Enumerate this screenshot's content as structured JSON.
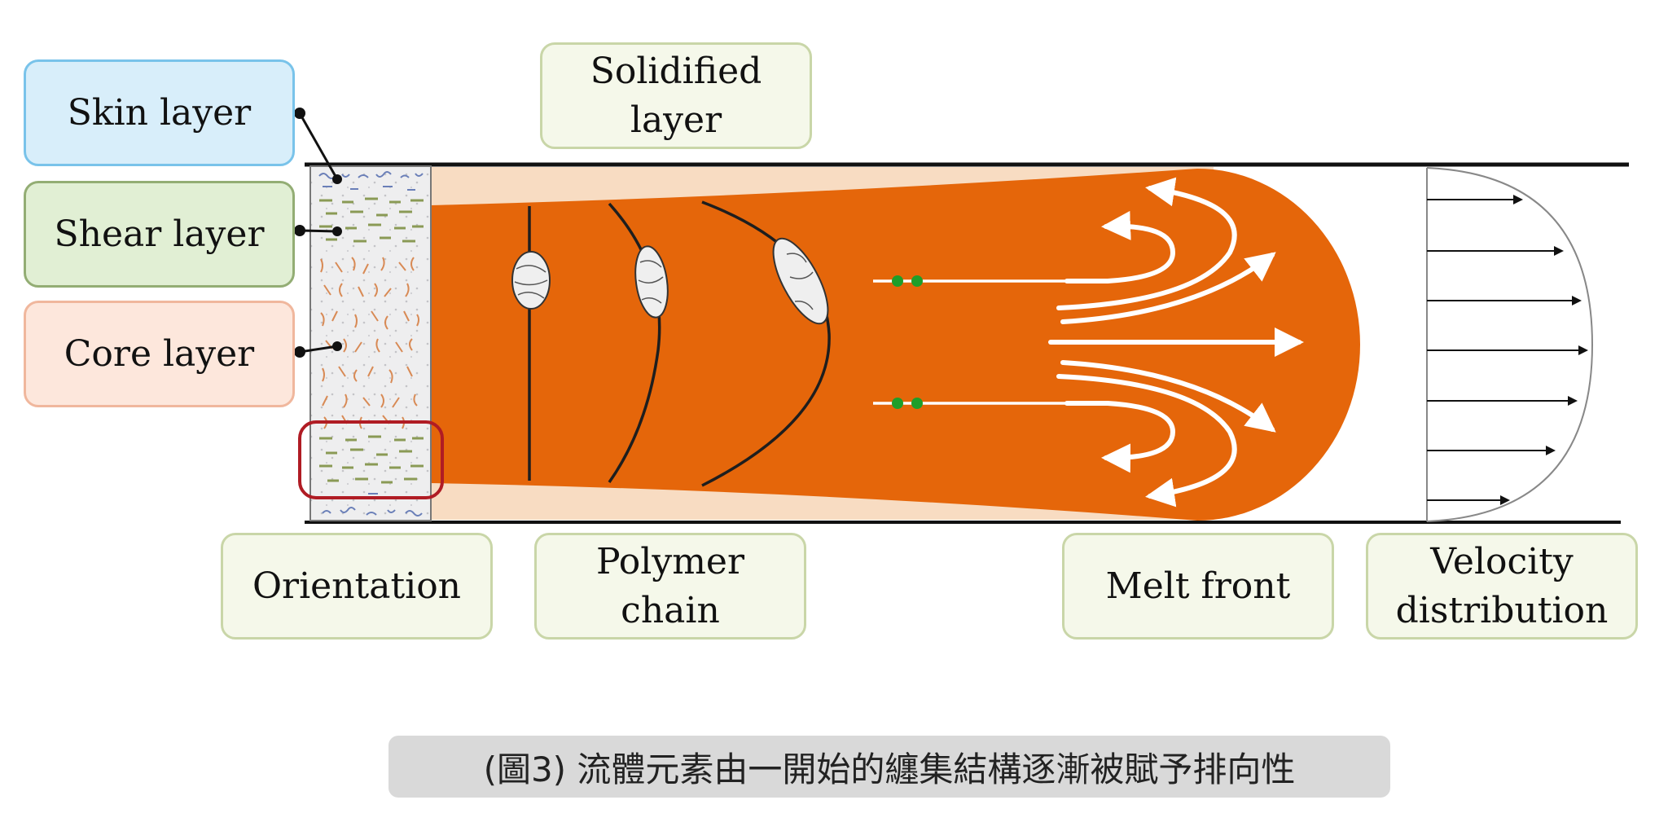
{
  "labels": {
    "skin": "Skin layer",
    "shear": "Shear layer",
    "core": "Core layer",
    "solidified": "Solidified\nlayer",
    "orientation": "Orientation",
    "polymer": "Polymer\nchain",
    "melt_front": "Melt front",
    "velocity": "Velocity\ndistribution"
  },
  "caption": "(圖3) 流體元素由一開始的纏集結構逐漸被賦予排向性",
  "colors": {
    "melt": "#e5660a",
    "solid": "#f8dcc2",
    "skin_border": "#79c3ea",
    "shear_border": "#93ad74",
    "core_border": "#f0b79d",
    "highlight": "#b01c24",
    "green_dots": "#1e9e2a"
  }
}
